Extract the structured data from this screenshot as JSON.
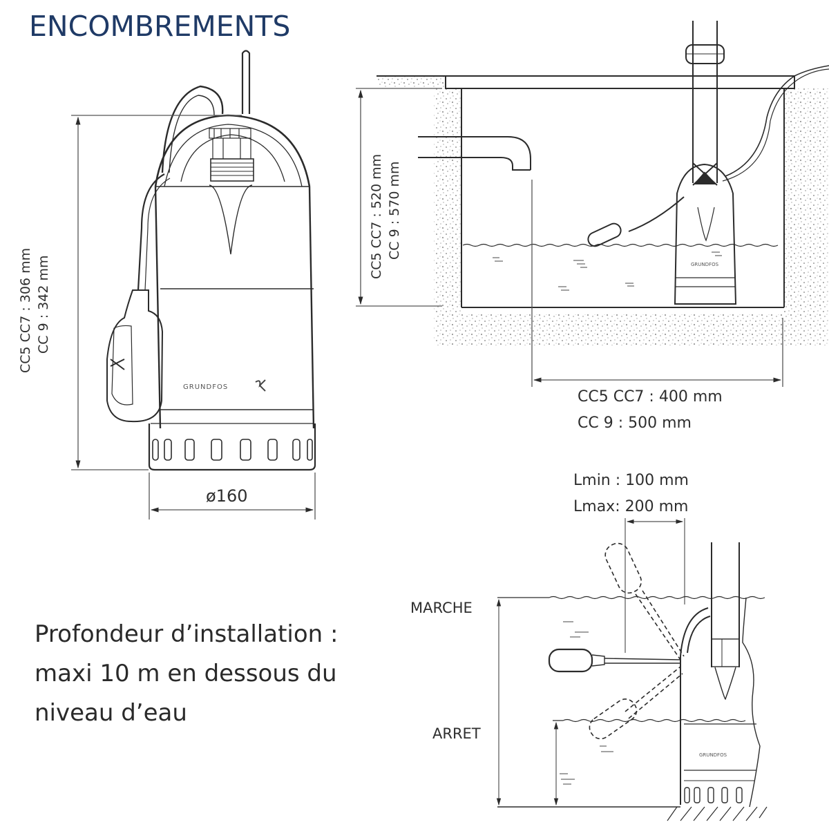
{
  "title": "ENCOMBREMENTS",
  "colors": {
    "title": "#1f3a66",
    "line": "#2b2b2b",
    "gravel": "#9a9a9a"
  },
  "pump_dimensions": {
    "height_label_line1": "CC5 CC7 : 306 mm",
    "height_label_line2": "CC 9 : 342 mm",
    "diameter_label": "ø160",
    "brand_logo": "GRUNDFOS"
  },
  "sump_dimensions": {
    "height_label_line1": "CC5 CC7 : 520 mm",
    "height_label_line2": "CC 9 : 570 mm",
    "width_label_line1": "CC5 CC7 : 400 mm",
    "width_label_line2": "CC 9 : 500 mm"
  },
  "float_switch": {
    "lmin_label": "Lmin : 100 mm",
    "lmax_label": "Lmax: 200 mm",
    "on_level_label": "MARCHE",
    "off_level_label": "ARRET"
  },
  "installation_note": {
    "line1": "Profondeur d’installation :",
    "line2": "maxi 10 m en dessous du",
    "line3": "niveau d’eau"
  }
}
